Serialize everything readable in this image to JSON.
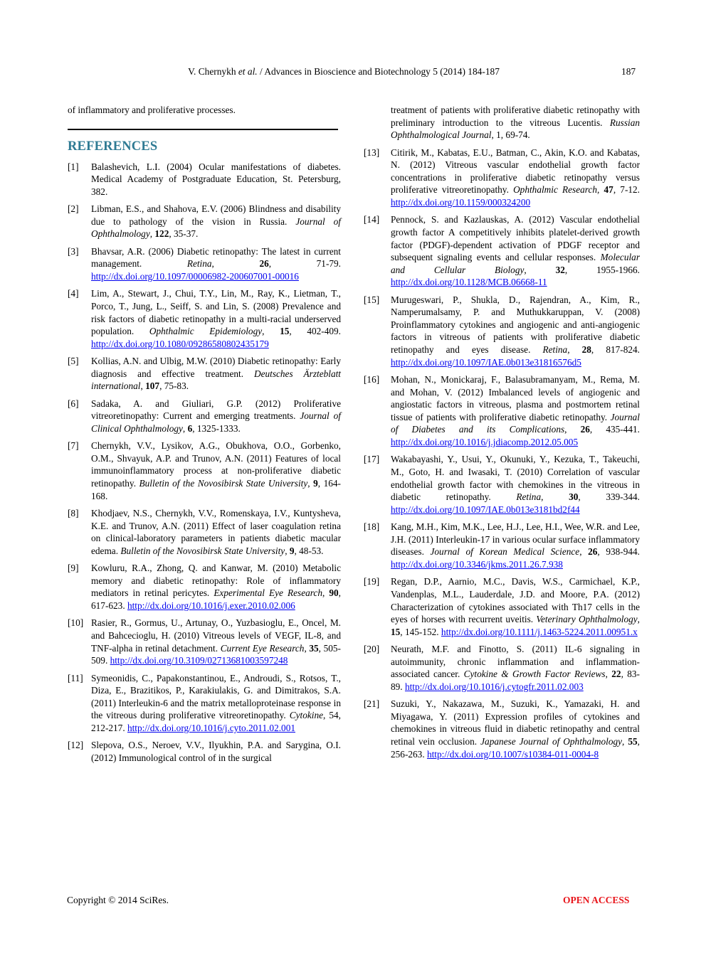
{
  "header": {
    "running_head_prefix": "V. Chernykh ",
    "running_head_etal": "et al.",
    "running_head_suffix": " / Advances in Bioscience and Biotechnology 5 (2014) 184-187",
    "page_number": "187"
  },
  "body": {
    "intro_text": "of inflammatory and proliferative processes.",
    "references_heading": "REFERENCES"
  },
  "references_left": [
    {
      "num": "[1]",
      "segs": [
        {
          "t": "n",
          "v": "Balashevich, L.I. (2004) Ocular manifestations of diabetes. Medical Academy of Postgraduate Education, St. Petersburg, 382."
        }
      ]
    },
    {
      "num": "[2]",
      "segs": [
        {
          "t": "n",
          "v": "Libman, E.S., and Shahova, E.V. (2006) Blindness and disability due to pathology of the vision in Russia. "
        },
        {
          "t": "i",
          "v": "Journal of Ophthalmology"
        },
        {
          "t": "n",
          "v": ", "
        },
        {
          "t": "b",
          "v": "122"
        },
        {
          "t": "n",
          "v": ", 35-37."
        }
      ]
    },
    {
      "num": "[3]",
      "segs": [
        {
          "t": "n",
          "v": "Bhavsar, A.R. (2006) Diabetic retinopathy: The latest in current management. "
        },
        {
          "t": "i",
          "v": "Retina"
        },
        {
          "t": "n",
          "v": ", "
        },
        {
          "t": "b",
          "v": "26"
        },
        {
          "t": "n",
          "v": ", 71-79. "
        },
        {
          "t": "a",
          "v": "http://dx.doi.org/10.1097/00006982-200607001-00016"
        }
      ]
    },
    {
      "num": "[4]",
      "segs": [
        {
          "t": "n",
          "v": "Lim, A., Stewart, J., Chui, T.Y., Lin, M., Ray, K., Lietman, T., Porco, T., Jung, L., Seiff, S. and Lin, S. (2008) Prevalence and risk factors of diabetic retinopathy in a multi-racial underserved population. "
        },
        {
          "t": "i",
          "v": "Ophthalmic Epidemiology"
        },
        {
          "t": "n",
          "v": ", "
        },
        {
          "t": "b",
          "v": "15"
        },
        {
          "t": "n",
          "v": ", 402-409. "
        },
        {
          "t": "a",
          "v": "http://dx.doi.org/10.1080/09286580802435179"
        }
      ]
    },
    {
      "num": "[5]",
      "segs": [
        {
          "t": "n",
          "v": "Kollias, A.N. and Ulbig, M.W. (2010) Diabetic retinopathy: Early diagnosis and effective treatment. "
        },
        {
          "t": "i",
          "v": "Deutsches Ärzteblatt international"
        },
        {
          "t": "n",
          "v": ", "
        },
        {
          "t": "b",
          "v": "107"
        },
        {
          "t": "n",
          "v": ", 75-83."
        }
      ]
    },
    {
      "num": "[6]",
      "segs": [
        {
          "t": "n",
          "v": "Sadaka, A. and Giuliari, G.P. (2012) Proliferative vitreoretinopathy: Current and emerging treatments. "
        },
        {
          "t": "i",
          "v": "Journal of Clinical Ophthalmology"
        },
        {
          "t": "n",
          "v": ", "
        },
        {
          "t": "b",
          "v": "6"
        },
        {
          "t": "n",
          "v": ", 1325-1333."
        }
      ]
    },
    {
      "num": "[7]",
      "segs": [
        {
          "t": "n",
          "v": "Chernykh, V.V., Lysikov, A.G., Obukhova, O.O., Gorbenko, O.M., Shvayuk, A.P. and Trunov, A.N. (2011) Features of local immunoinflammatory process at non-proliferative diabetic retinopathy. "
        },
        {
          "t": "i",
          "v": "Bulletin of the Novosibirsk State University"
        },
        {
          "t": "n",
          "v": ", "
        },
        {
          "t": "b",
          "v": "9"
        },
        {
          "t": "n",
          "v": ", 164-168."
        }
      ]
    },
    {
      "num": "[8]",
      "segs": [
        {
          "t": "n",
          "v": "Khodjaev, N.S., Chernykh, V.V., Romenskaya, I.V., Kuntysheva, K.E. and Trunov, A.N. (2011) Effect of laser coagulation retina on clinical-laboratory parameters in patients diabetic macular edema. "
        },
        {
          "t": "i",
          "v": "Bulletin of the Novosibirsk State University"
        },
        {
          "t": "n",
          "v": ", "
        },
        {
          "t": "b",
          "v": "9"
        },
        {
          "t": "n",
          "v": ", 48-53."
        }
      ]
    },
    {
      "num": "[9]",
      "segs": [
        {
          "t": "n",
          "v": "Kowluru, R.A., Zhong, Q. and Kanwar, M. (2010) Metabolic memory and diabetic retinopathy: Role of inflammatory mediators in retinal pericytes. "
        },
        {
          "t": "i",
          "v": "Experimental Eye Research"
        },
        {
          "t": "n",
          "v": ", "
        },
        {
          "t": "b",
          "v": "90"
        },
        {
          "t": "n",
          "v": ", 617-623. "
        },
        {
          "t": "a",
          "v": "http://dx.doi.org/10.1016/j.exer.2010.02.006"
        }
      ]
    },
    {
      "num": "[10]",
      "segs": [
        {
          "t": "n",
          "v": "Rasier, R., Gormus, U., Artunay, O., Yuzbasioglu, E., Oncel, M. and Bahcecioglu, H. (2010) Vitreous levels of VEGF, IL-8, and TNF-alpha in retinal detachment. "
        },
        {
          "t": "i",
          "v": "Current Eye Research"
        },
        {
          "t": "n",
          "v": ", "
        },
        {
          "t": "b",
          "v": "35"
        },
        {
          "t": "n",
          "v": ", 505-509. "
        },
        {
          "t": "a",
          "v": "http://dx.doi.org/10.3109/02713681003597248"
        }
      ]
    },
    {
      "num": "[11]",
      "segs": [
        {
          "t": "n",
          "v": "Symeonidis, C., Papakonstantinou, E., Androudi, S., Rotsos, T., Diza, E., Brazitikos, P., Karakiulakis, G. and Dimitrakos, S.A. (2011) Interleukin-6 and the matrix metalloproteinase response in the vitreous during proliferative vitreoretinopathy. "
        },
        {
          "t": "i",
          "v": "Cytokine"
        },
        {
          "t": "n",
          "v": ", 54, 212-217. "
        },
        {
          "t": "a",
          "v": "http://dx.doi.org/10.1016/j.cyto.2011.02.001"
        }
      ]
    },
    {
      "num": "[12]",
      "segs": [
        {
          "t": "n",
          "v": "Slepova, O.S., Neroev, V.V., Ilyukhin, P.A. and Sarygina, O.I. (2012) Immunological control of in the surgical"
        }
      ]
    }
  ],
  "references_right": [
    {
      "num": "",
      "segs": [
        {
          "t": "n",
          "v": "treatment of patients with proliferative diabetic retinopathy with preliminary introduction to the vitreous Lucentis. "
        },
        {
          "t": "i",
          "v": "Russian Ophthalmological Journal"
        },
        {
          "t": "n",
          "v": ", 1, 69-74."
        }
      ]
    },
    {
      "num": "[13]",
      "segs": [
        {
          "t": "n",
          "v": "Citirik, M., Kabatas, E.U., Batman, C., Akin, K.O. and Kabatas, N. (2012) Vitreous vascular endothelial growth factor concentrations in proliferative diabetic retinopathy versus proliferative vitreoretinopathy. "
        },
        {
          "t": "i",
          "v": "Ophthalmic Research"
        },
        {
          "t": "n",
          "v": ", "
        },
        {
          "t": "b",
          "v": "47"
        },
        {
          "t": "n",
          "v": ", 7-12. "
        },
        {
          "t": "a",
          "v": "http://dx.doi.org/10.1159/000324200"
        }
      ]
    },
    {
      "num": "[14]",
      "segs": [
        {
          "t": "n",
          "v": "Pennock, S. and Kazlauskas, A. (2012) Vascular endothelial growth factor A competitively inhibits platelet-derived growth factor (PDGF)-dependent activation of PDGF receptor and subsequent signaling events and cellular responses. "
        },
        {
          "t": "i",
          "v": "Molecular and Cellular Biology"
        },
        {
          "t": "n",
          "v": ", "
        },
        {
          "t": "b",
          "v": "32"
        },
        {
          "t": "n",
          "v": ", 1955-1966. "
        },
        {
          "t": "a",
          "v": "http://dx.doi.org/10.1128/MCB.06668-11"
        }
      ]
    },
    {
      "num": "[15]",
      "segs": [
        {
          "t": "n",
          "v": "Murugeswari, P., Shukla, D., Rajendran, A., Kim, R., Namperumalsamy, P. and Muthukkaruppan, V. (2008) Proinflammatory cytokines and angiogenic and anti-angiogenic factors in vitreous of patients with proliferative diabetic retinopathy and eyes disease. "
        },
        {
          "t": "i",
          "v": "Retina"
        },
        {
          "t": "n",
          "v": ", "
        },
        {
          "t": "b",
          "v": "28"
        },
        {
          "t": "n",
          "v": ", 817-824. "
        },
        {
          "t": "a",
          "v": "http://dx.doi.org/10.1097/IAE.0b013e31816576d5"
        }
      ]
    },
    {
      "num": "[16]",
      "segs": [
        {
          "t": "n",
          "v": "Mohan, N., Monickaraj, F., Balasubramanyam, M., Rema, M. and Mohan, V. (2012) Imbalanced levels of angiogenic and angiostatic factors in vitreous, plasma and postmortem retinal tissue of patients with proliferative diabetic retinopathy. "
        },
        {
          "t": "i",
          "v": "Journal of Diabetes and its Complications"
        },
        {
          "t": "n",
          "v": ", "
        },
        {
          "t": "b",
          "v": "26"
        },
        {
          "t": "n",
          "v": ", 435-441. "
        },
        {
          "t": "a",
          "v": "http://dx.doi.org/10.1016/j.jdiacomp.2012.05.005"
        }
      ]
    },
    {
      "num": "[17]",
      "segs": [
        {
          "t": "n",
          "v": "Wakabayashi, Y., Usui, Y., Okunuki, Y., Kezuka, T., Takeuchi, M., Goto, H. and Iwasaki, T. (2010) Correlation of vascular endothelial growth factor with chemokines in the vitreous in diabetic retinopathy. "
        },
        {
          "t": "i",
          "v": "Retina"
        },
        {
          "t": "n",
          "v": ", "
        },
        {
          "t": "b",
          "v": "30"
        },
        {
          "t": "n",
          "v": ", 339-344. "
        },
        {
          "t": "a",
          "v": "http://dx.doi.org/10.1097/IAE.0b013e3181bd2f44"
        }
      ]
    },
    {
      "num": "[18]",
      "segs": [
        {
          "t": "n",
          "v": "Kang, M.H., Kim, M.K., Lee, H.J., Lee, H.I., Wee, W.R. and Lee, J.H. (2011) Interleukin-17 in various ocular surface inflammatory diseases. "
        },
        {
          "t": "i",
          "v": "Journal of Korean Medical Science"
        },
        {
          "t": "n",
          "v": ", "
        },
        {
          "t": "b",
          "v": "26"
        },
        {
          "t": "n",
          "v": ", 938-944. "
        },
        {
          "t": "a",
          "v": "http://dx.doi.org/10.3346/jkms.2011.26.7.938"
        }
      ]
    },
    {
      "num": "[19]",
      "segs": [
        {
          "t": "n",
          "v": "Regan, D.P., Aarnio, M.C., Davis, W.S., Carmichael, K.P., Vandenplas, M.L., Lauderdale, J.D. and Moore, P.A. (2012) Characterization of cytokines associated with Th17 cells in the eyes of horses with recurrent uveitis. "
        },
        {
          "t": "i",
          "v": "Veterinary Ophthalmology"
        },
        {
          "t": "n",
          "v": ", "
        },
        {
          "t": "b",
          "v": "15"
        },
        {
          "t": "n",
          "v": ", 145-152. "
        },
        {
          "t": "a",
          "v": "http://dx.doi.org/10.1111/j.1463-5224.2011.00951.x"
        }
      ]
    },
    {
      "num": "[20]",
      "segs": [
        {
          "t": "n",
          "v": "Neurath, M.F. and Finotto, S. (2011) IL-6 signaling in autoimmunity, chronic inflammation and inflammation-associated cancer. "
        },
        {
          "t": "i",
          "v": "Cytokine & Growth Factor Reviews"
        },
        {
          "t": "n",
          "v": ", "
        },
        {
          "t": "b",
          "v": "22"
        },
        {
          "t": "n",
          "v": ", 83-89. "
        },
        {
          "t": "a",
          "v": "http://dx.doi.org/10.1016/j.cytogfr.2011.02.003"
        }
      ]
    },
    {
      "num": "[21]",
      "segs": [
        {
          "t": "n",
          "v": "Suzuki, Y., Nakazawa, M., Suzuki, K., Yamazaki, H. and Miyagawa, Y. (2011) Expression profiles of cytokines and chemokines in vitreous fluid in diabetic retinopathy and central retinal vein occlusion. "
        },
        {
          "t": "i",
          "v": "Japanese Journal of Ophthalmology"
        },
        {
          "t": "n",
          "v": ", "
        },
        {
          "t": "b",
          "v": "55"
        },
        {
          "t": "n",
          "v": ", 256-263. "
        },
        {
          "t": "a",
          "v": "http://dx.doi.org/10.1007/s10384-011-0004-8"
        }
      ]
    }
  ],
  "footer": {
    "copyright": "Copyright © 2014 SciRes.",
    "open_access": "OPEN ACCESS"
  },
  "colors": {
    "heading": "#2e7a93",
    "link": "#0000ee",
    "open_access": "#e8151b"
  }
}
